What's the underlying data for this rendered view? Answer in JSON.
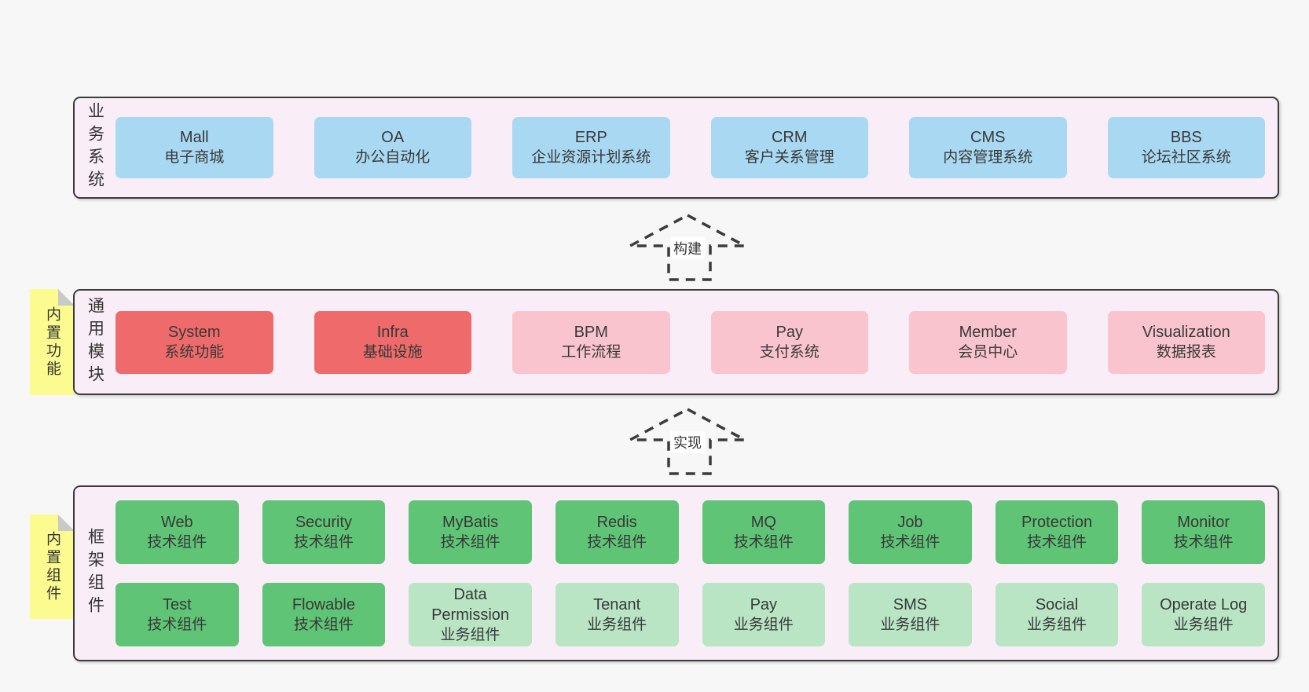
{
  "palette": {
    "background": "#f7f7f7",
    "container_fill": "#f9eef7",
    "line": "#3b3b3b",
    "blue": "#a9d9f2",
    "red": "#ef6b6b",
    "pink": "#f9c4ce",
    "green_dark": "#5fc476",
    "green_light": "#b9e5c5",
    "yellow": "#fbfb8f",
    "fold": "#c9c9c9"
  },
  "arrows": [
    {
      "label": "构建"
    },
    {
      "label": "实现"
    }
  ],
  "layers": [
    {
      "label": "业务系统",
      "boxes": [
        {
          "en": "Mall",
          "zh": "电子商城"
        },
        {
          "en": "OA",
          "zh": "办公自动化"
        },
        {
          "en": "ERP",
          "zh": "企业资源计划系统"
        },
        {
          "en": "CRM",
          "zh": "客户关系管理"
        },
        {
          "en": "CMS",
          "zh": "内容管理系统"
        },
        {
          "en": "BBS",
          "zh": "论坛社区系统"
        }
      ]
    },
    {
      "label": "通用模块",
      "note": "内置功能",
      "boxes": [
        {
          "en": "System",
          "zh": "系统功能"
        },
        {
          "en": "Infra",
          "zh": "基础设施"
        },
        {
          "en": "BPM",
          "zh": "工作流程"
        },
        {
          "en": "Pay",
          "zh": "支付系统"
        },
        {
          "en": "Member",
          "zh": "会员中心"
        },
        {
          "en": "Visualization",
          "zh": "数据报表"
        }
      ]
    },
    {
      "label": "框架组件",
      "note": "内置组件",
      "rows": [
        {
          "boxes": [
            {
              "en": "Web",
              "zh": "技术组件"
            },
            {
              "en": "Security",
              "zh": "技术组件"
            },
            {
              "en": "MyBatis",
              "zh": "技术组件"
            },
            {
              "en": "Redis",
              "zh": "技术组件"
            },
            {
              "en": "MQ",
              "zh": "技术组件"
            },
            {
              "en": "Job",
              "zh": "技术组件"
            },
            {
              "en": "Protection",
              "zh": "技术组件"
            },
            {
              "en": "Monitor",
              "zh": "技术组件"
            }
          ]
        },
        {
          "boxes": [
            {
              "en": "Test",
              "zh": "技术组件"
            },
            {
              "en": "Flowable",
              "zh": "技术组件"
            },
            {
              "en": "Data Permission",
              "zh": "业务组件"
            },
            {
              "en": "Tenant",
              "zh": "业务组件"
            },
            {
              "en": "Pay",
              "zh": "业务组件"
            },
            {
              "en": "SMS",
              "zh": "业务组件"
            },
            {
              "en": "Social",
              "zh": "业务组件"
            },
            {
              "en": "Operate Log",
              "zh": "业务组件"
            }
          ]
        }
      ]
    }
  ]
}
